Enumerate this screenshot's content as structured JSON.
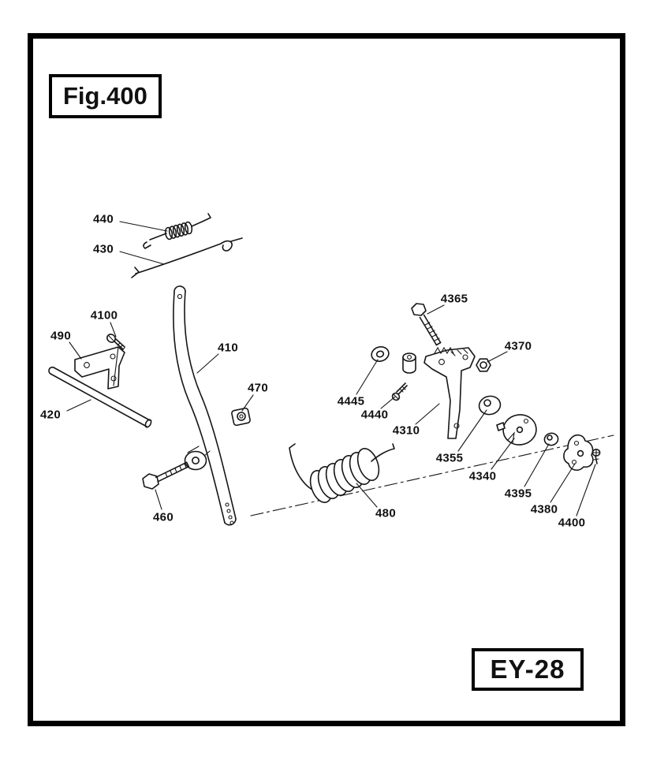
{
  "figure": {
    "title": "Fig.400",
    "model": "EY-28"
  },
  "colors": {
    "ink": "#161616",
    "border": "#000000",
    "background": "#ffffff"
  },
  "parts": [
    {
      "id": "440"
    },
    {
      "id": "430"
    },
    {
      "id": "4100"
    },
    {
      "id": "490"
    },
    {
      "id": "410"
    },
    {
      "id": "470"
    },
    {
      "id": "420"
    },
    {
      "id": "460"
    },
    {
      "id": "480"
    },
    {
      "id": "4365"
    },
    {
      "id": "4370"
    },
    {
      "id": "4445"
    },
    {
      "id": "4440"
    },
    {
      "id": "4310"
    },
    {
      "id": "4355"
    },
    {
      "id": "4340"
    },
    {
      "id": "4395"
    },
    {
      "id": "4380"
    },
    {
      "id": "4400"
    }
  ]
}
